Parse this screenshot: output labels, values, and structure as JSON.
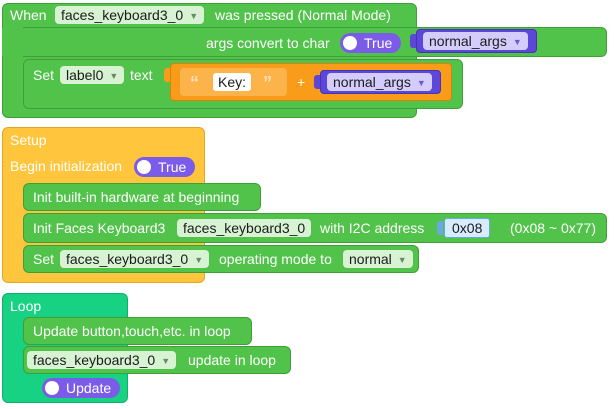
{
  "event_block": {
    "prefix": "When",
    "device": "faces_keyboard3_0",
    "suffix": "was pressed (Normal Mode)",
    "args_label": "args convert to char",
    "args_toggle": "True",
    "args_var": "normal_args",
    "set_label": "Set",
    "target": "label0",
    "text_label": "text",
    "key_string": "Key:",
    "plus": "+",
    "concat_var": "normal_args"
  },
  "setup_block": {
    "title": "Setup",
    "begin_label": "Begin initialization",
    "begin_toggle": "True",
    "init_hw": "Init built-in hardware at beginning",
    "init_kb_label": "Init Faces Keyboard3",
    "init_kb_device": "faces_keyboard3_0",
    "i2c_label": "with I2C address",
    "i2c_value": "0x08",
    "i2c_range": "(0x08 ~ 0x77)",
    "mode_set": "Set",
    "mode_device": "faces_keyboard3_0",
    "mode_label": "operating mode to",
    "mode_value": "normal"
  },
  "loop_block": {
    "title": "Loop",
    "update_btn": "Update button,touch,etc. in loop",
    "kb_device": "faces_keyboard3_0",
    "kb_update_label": "update in loop",
    "update_toggle": "Update"
  },
  "colors": {
    "event": "#52c34a",
    "setup": "#ffc53d",
    "loop": "#18d283",
    "text_block": "#f89c1a",
    "variable": "#5c47d9",
    "toggle": "#7b5ce8"
  }
}
